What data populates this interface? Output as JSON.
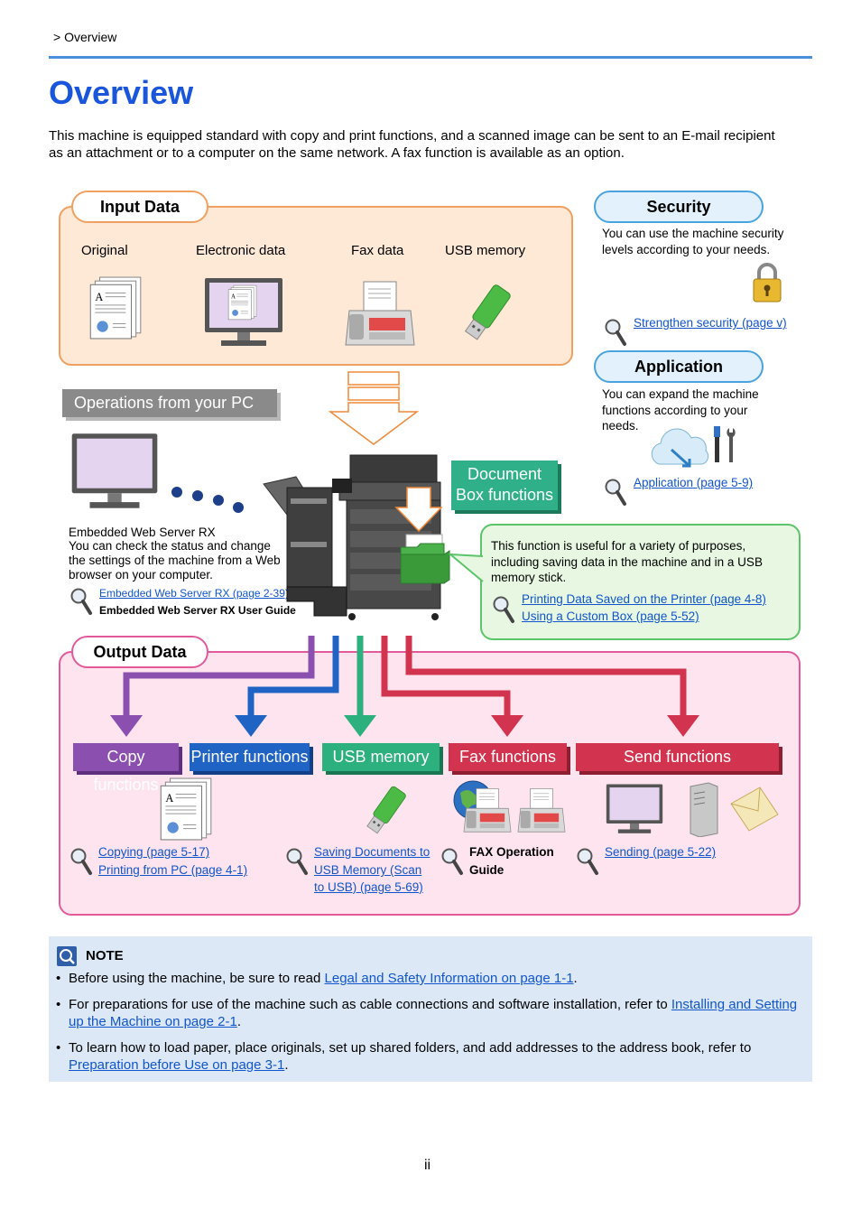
{
  "breadcrumb": "> Overview",
  "title": "Overview",
  "intro": "This machine is equipped standard with copy and print functions, and a scanned image can be sent to an E-mail recipient as an attachment or to a computer on the same network. A fax function is available as an option.",
  "input": {
    "label": "Input Data",
    "items": [
      "Original",
      "Electronic data",
      "Fax data",
      "USB memory"
    ]
  },
  "security": {
    "label": "Security",
    "text": "You can use the machine security levels according to your needs.",
    "link": "Strengthen security (page v)"
  },
  "application": {
    "label": "Application",
    "text": "You can expand the machine functions according to your needs.",
    "link": "Application (page 5-9)"
  },
  "ops_pc": {
    "label": "Operations from your PC",
    "title": "Embedded Web Server RX",
    "text": "You can check the status and change the settings of the machine from a Web browser on your computer.",
    "link": "Embedded Web Server RX (page 2-39)",
    "guide": "Embedded Web Server RX User Guide"
  },
  "document_box": {
    "label_line1": "Document",
    "label_line2": "Box functions",
    "text": "This function is useful for a variety of purposes, including saving data in the machine and in a USB memory stick.",
    "link1": "Printing Data Saved on the Printer (page 4-8)",
    "link2": "Using a Custom Box (page 5-52)"
  },
  "output": {
    "label": "Output Data",
    "functions": [
      {
        "label": "Copy functions",
        "color": "#8b4fb0"
      },
      {
        "label": "Printer functions",
        "color": "#1f63c5"
      },
      {
        "label": "USB memory",
        "color": "#2bb07e"
      },
      {
        "label": "Fax functions",
        "color": "#d2334e"
      },
      {
        "label": "Send functions",
        "color": "#d2334e"
      }
    ],
    "copy_link1": "Copying (page 5-17)",
    "copy_link2": "Printing from PC (page 4-1)",
    "usb_link_line1": "Saving Documents to",
    "usb_link_line2": "USB Memory (Scan",
    "usb_link_line3": "to USB) (page 5-69)",
    "fax_guide_line1": "FAX Operation",
    "fax_guide_line2": "Guide",
    "send_link": "Sending (page 5-22)"
  },
  "note": {
    "heading": "NOTE",
    "b1_text": "Before using the machine, be sure to read ",
    "b1_link": "Legal and Safety Information on page 1-1",
    "b1_end": ".",
    "b2_text": "For preparations for use of the machine such as cable connections and software installation, refer to ",
    "b2_link": "Installing and Setting up the Machine on page 2-1",
    "b2_end": ".",
    "b3_text": "To learn how to load paper, place originals, set up shared folders, and add addresses to the address book, refer to ",
    "b3_link": "Preparation before Use on page 3-1",
    "b3_end": "."
  },
  "page_number": "ii",
  "icons": [
    "document-stack-icon",
    "monitor-icon",
    "fax-machine-icon",
    "usb-stick-icon",
    "padlock-icon",
    "cloud-tools-icon",
    "magnifier-icon",
    "multifunction-printer-icon",
    "folder-icon",
    "globe-icon",
    "server-icon",
    "envelope-icon",
    "note-icon"
  ]
}
